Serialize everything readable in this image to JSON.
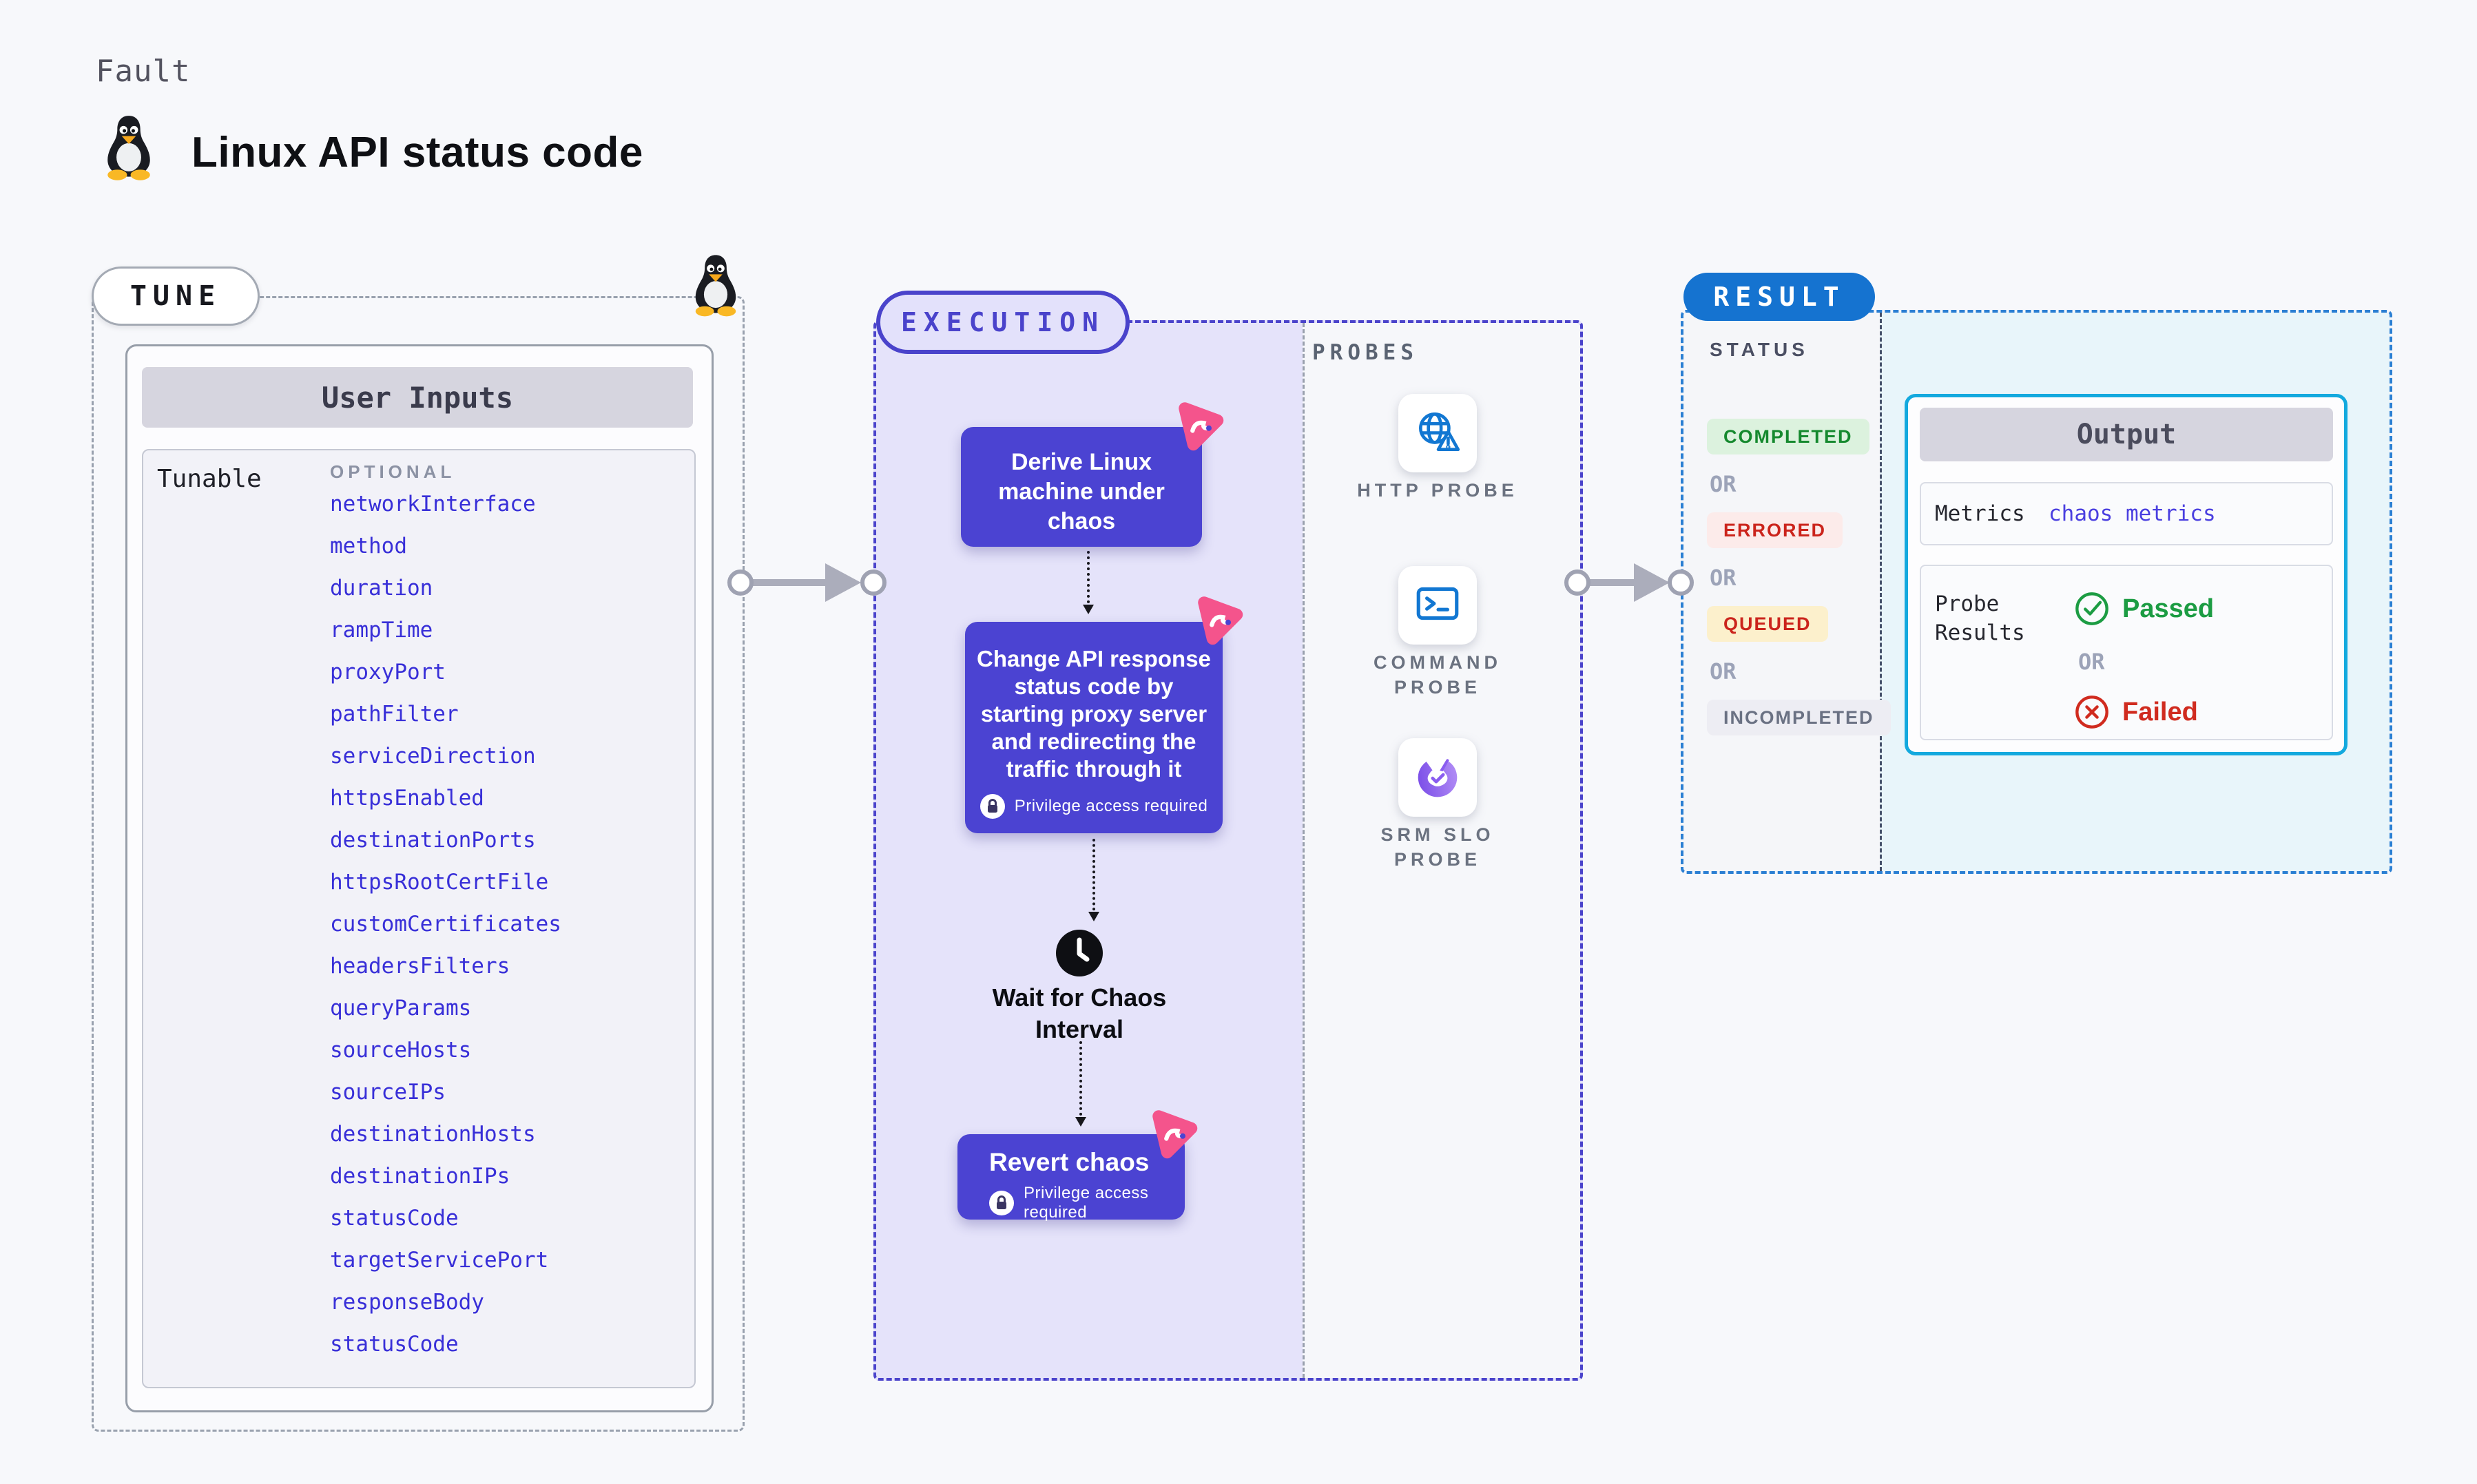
{
  "page": {
    "kicker": "Fault",
    "title": "Linux API status code"
  },
  "tune": {
    "badge_label": "TUNE",
    "panel_title": "User Inputs",
    "row_label": "Tunable",
    "optional_label": "OPTIONAL",
    "link_color": "#382fd8",
    "tunables": [
      "networkInterface",
      "method",
      "duration",
      "rampTime",
      "proxyPort",
      "pathFilter",
      "serviceDirection",
      "httpsEnabled",
      "destinationPorts",
      "httpsRootCertFile",
      "customCertificates",
      "headersFilters",
      "queryParams",
      "sourceHosts",
      "sourceIPs",
      "destinationHosts",
      "destinationIPs",
      "statusCode",
      "targetServicePort",
      "responseBody",
      "statusCode"
    ]
  },
  "execution": {
    "badge_label": "EXECUTION",
    "accent_color": "#4a43cb",
    "node_color": "#4b43d2",
    "chaos_icon_color": "#f4548c",
    "node_derive": "Derive Linux machine under chaos",
    "node_change": "Change API response status code by starting proxy server and redirecting the traffic through it",
    "node_revert": "Revert chaos",
    "privilege_label": "Privilege access required",
    "wait_label": "Wait for Chaos Interval"
  },
  "probes": {
    "section_label": "PROBES",
    "items": [
      {
        "label": "HTTP PROBE",
        "icon": "http-probe-icon",
        "http": true
      },
      {
        "label": "COMMAND PROBE",
        "icon": "command-probe-icon",
        "command": true
      },
      {
        "label": "SRM SLO PROBE",
        "icon": "srm-slo-probe-icon",
        "srm": true
      }
    ]
  },
  "result": {
    "badge_label": "RESULT",
    "badge_color": "#1573d0",
    "status_label": "STATUS",
    "statuses": [
      {
        "label": "COMPLETED",
        "bg": "#dcf2de",
        "color": "#15892e"
      },
      {
        "label": "ERRORED",
        "bg": "#fcebea",
        "color": "#cb241c",
        "or": "OR"
      },
      {
        "label": "QUEUED",
        "bg": "#fcf0cc",
        "color": "#cb241c",
        "or": "OR"
      },
      {
        "label": "INCOMPLETED",
        "bg": "#ededf3",
        "color": "#6a7183",
        "or": "OR"
      }
    ],
    "output": {
      "title": "Output",
      "metrics_label": "Metrics",
      "metrics_value": "chaos metrics",
      "probe_results_label": "Probe Results",
      "passed_label": "Passed",
      "or_label": "OR",
      "failed_label": "Failed",
      "passed_color": "#1c9c43",
      "failed_color": "#d02b1f"
    }
  }
}
